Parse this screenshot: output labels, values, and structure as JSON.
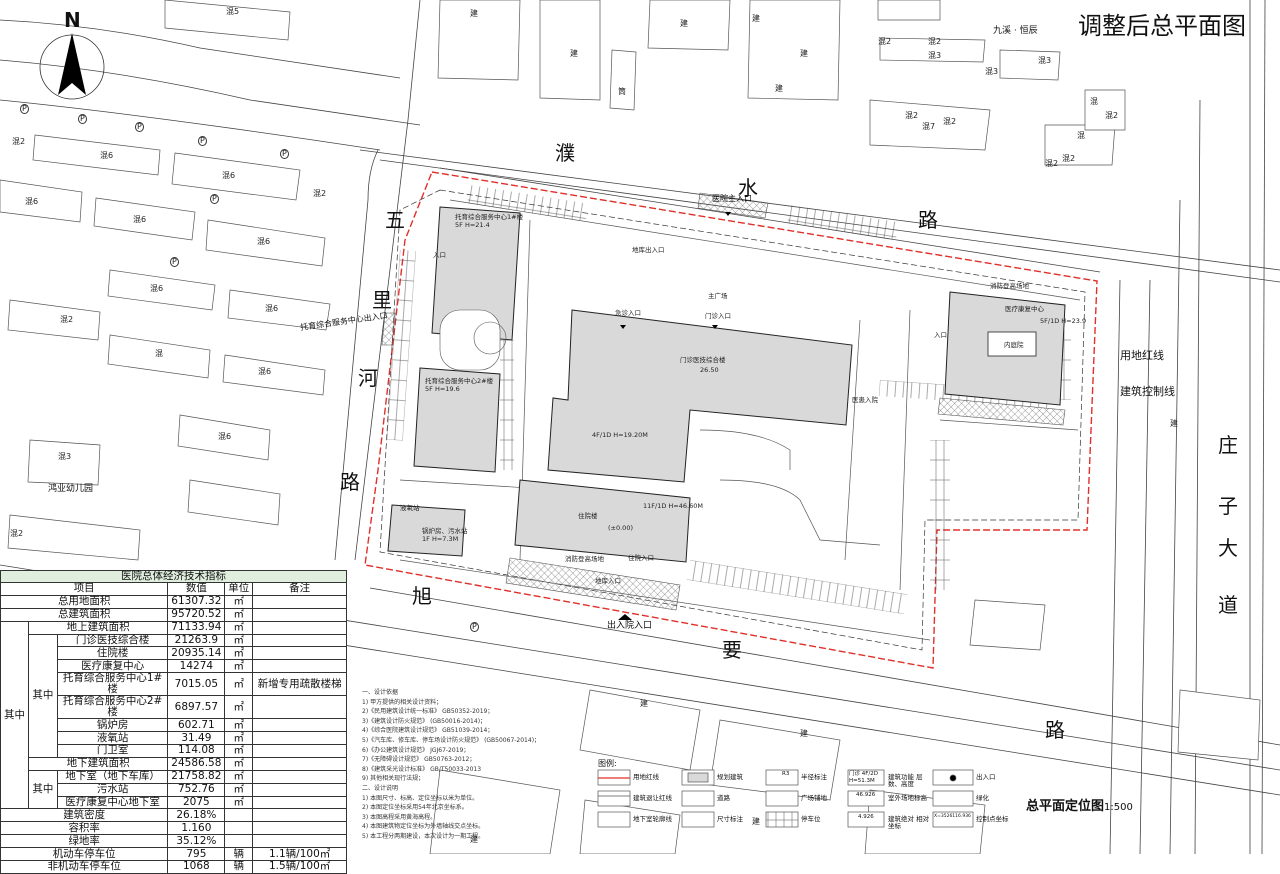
{
  "title": "调整后总平面图",
  "scale_label": "总平面定位图",
  "scale_ratio": "1:500",
  "north_label": "N",
  "colors": {
    "site_red_line": "#e0302a",
    "building_fill": "#d9d9d9",
    "table_header_bg": "#dfeedd",
    "hatch": "#888888"
  },
  "roads": {
    "north": [
      "濮",
      "水",
      "路"
    ],
    "west": [
      "五",
      "里",
      "河",
      "路"
    ],
    "south": [
      "旭",
      "要",
      "路"
    ],
    "east": [
      "庄",
      "子",
      "大",
      "道"
    ]
  },
  "annotations": {
    "site_red_line": "用地红线",
    "building_control_line": "建筑控制线",
    "main_entrance": "医院主入口",
    "hospital_exit": "出入院入口",
    "childcare_entrance": "托育综合服务中心出入口",
    "kindergarten": "鸿业幼儿园",
    "community": "九溪 · 恒辰",
    "garage_entrance": "地库出入口",
    "main_plaza": "主广场",
    "outpatient_entrance": "门诊入口",
    "emergency_entrance": "急诊入口",
    "inpatient_entrance": "住院入口",
    "garage_entrance2": "地库入口",
    "fire_lane": "消防登高场地",
    "entrance": "入口",
    "inner_court": "内庭院",
    "medical_entrance": "医患入院"
  },
  "buildings": {
    "childcare1": "托育综合服务中心1#楼",
    "childcare2": "托育综合服务中心2#楼",
    "outpatient": "门诊医技综合楼",
    "inpatient": "住院楼",
    "rehab": "医疗康复中心",
    "boiler": "锅炉房、污水站",
    "oxygen": "液氧站",
    "childcare1_info": "5F H=21.4",
    "childcare2_info": "5F H=19.6",
    "outpatient_info": "4F/1D H=19.20M",
    "inpatient_info": "11F/1D H=46.60M",
    "rehab_info": "5F/1D H=23.9",
    "boiler_info": "1F H=7.3M",
    "elevation": "26.50",
    "elevation_rel": "(±0.00)"
  },
  "neighbor_labels": [
    "混5",
    "混2",
    "混6",
    "混6",
    "混2",
    "混6",
    "混6",
    "混6",
    "混6",
    "混6",
    "混2",
    "混",
    "混6",
    "混6",
    "混3",
    "混2",
    "混2",
    "混2",
    "混3",
    "混3",
    "混2",
    "混7",
    "混2",
    "混2",
    "混",
    "建",
    "建",
    "建",
    "建",
    "建",
    "建",
    "建",
    "建",
    "筒",
    "建",
    "建",
    "建",
    "混2",
    "混3",
    "混2",
    "混"
  ],
  "parking_symbol": "P",
  "table": {
    "caption": "医院总体经济技术指标",
    "headers": {
      "item": "项目",
      "value": "数值",
      "unit": "单位",
      "note": "备注"
    },
    "group_label": "其中",
    "rows": [
      {
        "item": "总用地面积",
        "value": "61307.32",
        "unit": "㎡",
        "note": ""
      },
      {
        "item": "总建筑面积",
        "value": "95720.52",
        "unit": "㎡",
        "note": ""
      },
      {
        "item": "地上建筑面积",
        "value": "71133.94",
        "unit": "㎡",
        "note": ""
      },
      {
        "item": "门诊医技综合楼",
        "value": "21263.9",
        "unit": "㎡",
        "note": ""
      },
      {
        "item": "住院楼",
        "value": "20935.14",
        "unit": "㎡",
        "note": ""
      },
      {
        "item": "医疗康复中心",
        "value": "14274",
        "unit": "㎡",
        "note": ""
      },
      {
        "item": "托育综合服务中心1#楼",
        "value": "7015.05",
        "unit": "㎡",
        "note": "新增专用疏散楼梯"
      },
      {
        "item": "托育综合服务中心2#楼",
        "value": "6897.57",
        "unit": "㎡",
        "note": ""
      },
      {
        "item": "锅炉房",
        "value": "602.71",
        "unit": "㎡",
        "note": ""
      },
      {
        "item": "液氧站",
        "value": "31.49",
        "unit": "㎡",
        "note": ""
      },
      {
        "item": "门卫室",
        "value": "114.08",
        "unit": "㎡",
        "note": ""
      },
      {
        "item": "地下建筑面积",
        "value": "24586.58",
        "unit": "㎡",
        "note": ""
      },
      {
        "item": "地下室（地下车库）",
        "value": "21758.82",
        "unit": "㎡",
        "note": ""
      },
      {
        "item": "污水站",
        "value": "752.76",
        "unit": "㎡",
        "note": ""
      },
      {
        "item": "医疗康复中心地下室",
        "value": "2075",
        "unit": "㎡",
        "note": ""
      },
      {
        "item": "建筑密度",
        "value": "26.18%",
        "unit": "",
        "note": ""
      },
      {
        "item": "容积率",
        "value": "1.160",
        "unit": "",
        "note": ""
      },
      {
        "item": "绿地率",
        "value": "35.12%",
        "unit": "",
        "note": ""
      },
      {
        "item": "机动车停车位",
        "value": "795",
        "unit": "辆",
        "note": "1.1辆/100㎡"
      },
      {
        "item": "非机动车停车位",
        "value": "1068",
        "unit": "辆",
        "note": "1.5辆/100㎡"
      }
    ]
  },
  "notes": [
    "一、设计依据",
    "1) 甲方提供的相关设计资料；",
    "2)《民用建筑设计统一标准》 GB50352-2019；",
    "3)《建筑设计防火规范》 (GB50016-2014)；",
    "4)《综合医院建筑设计规范》 GB51039-2014；",
    "5)《汽车库、修车库、停车场设计防火规范》 (GB50067-2014)；",
    "6)《办公建筑设计规范》 JGJ67-2019；",
    "7)《无障碍设计规范》 GB50763-2012；",
    "8)《建筑采光设计标准》 GB/T50033-2013",
    "9) 其他相关现行法规；",
    "二、设计说明",
    "1) 本图尺寸、标高、定位坐标以米为单位。",
    "2) 本图定位坐标采用54年北京坐标系。",
    "3) 本图高程采用黄海高程。",
    "4) 本图建筑物定位坐标为外墙轴线交点坐标。",
    "5) 本工程分两期建设，本次设计为一期工程。"
  ],
  "legend": {
    "title": "图例:",
    "items": [
      "用地红线",
      "规划建筑",
      "半径标注",
      "建筑功能 层数、高度",
      "出入口",
      "建筑退让红线",
      "道路",
      "广场铺地",
      "室外场地标高",
      "绿化",
      "地下室轮廓线",
      "尺寸标注",
      "停车位",
      "建筑绝对 相对坐标",
      "控制点坐标"
    ],
    "samples": {
      "func": "门诊 4F/2D",
      "func2": "H=51.3M",
      "elev": "46.926",
      "abs": "4.926",
      "radius": "R3",
      "ctrl": "X=3526116.936"
    }
  }
}
